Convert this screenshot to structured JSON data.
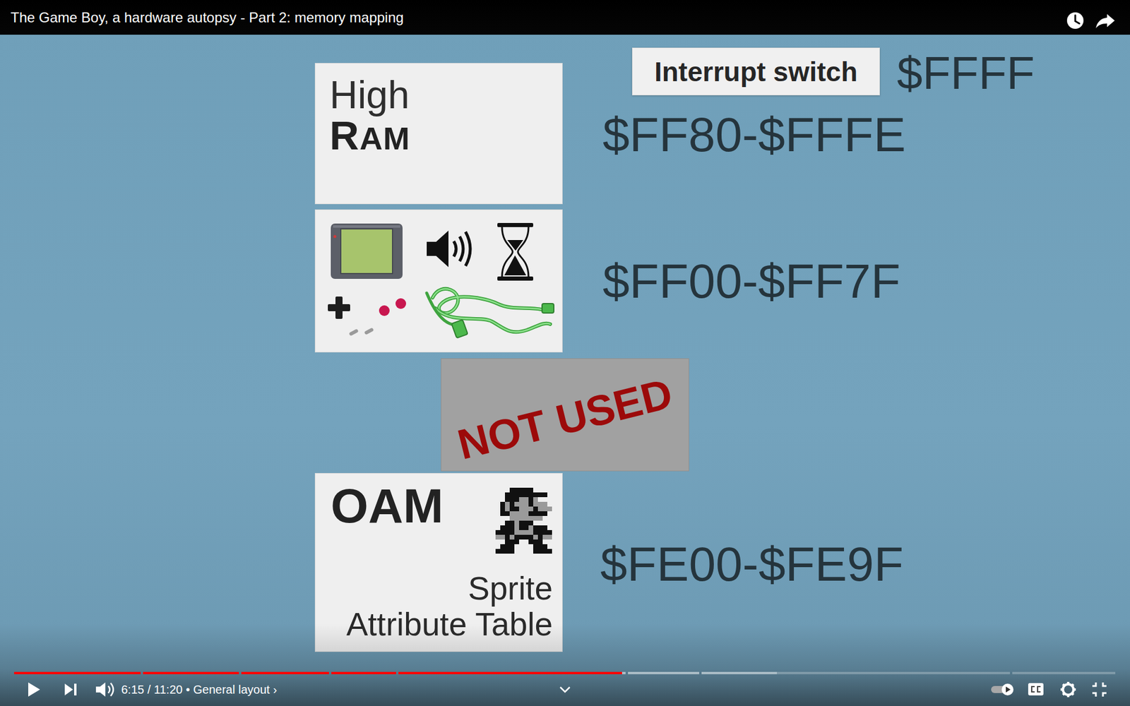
{
  "diagram": {
    "title": "The Game Boy, a hardware autopsy - Part 2: memory mapping",
    "nodes": [
      {
        "text": [
          "Interrupt switch"
        ]
      },
      {
        "text": [
          "High",
          "RAM"
        ]
      },
      {
        "text": [
          "NOT USED"
        ]
      },
      {
        "text": [
          "OAM",
          "Sprite Attribute Table"
        ]
      }
    ],
    "labels": [
      "$FFFF",
      "$FF80-$FFFE",
      "$FF00-$FF7F",
      "$FE00-$FE9F",
      "6:15 / 11:20 • General layout ›"
    ]
  }
}
